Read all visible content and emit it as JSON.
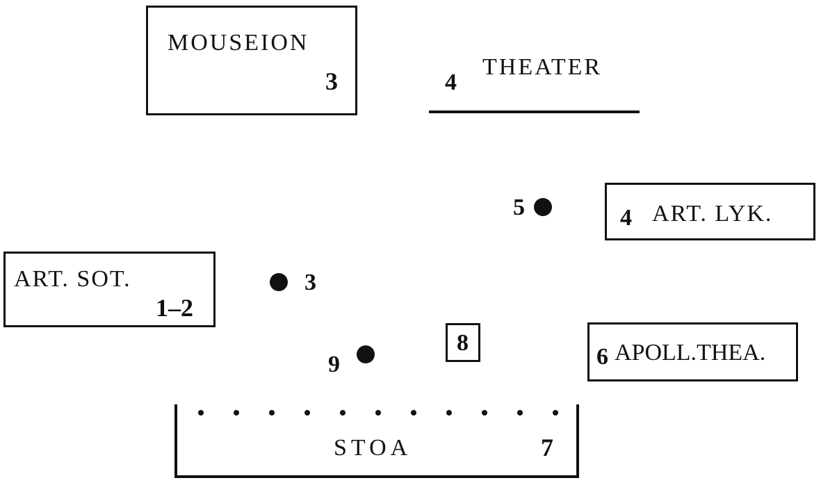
{
  "mouseion": {
    "name": "MOUSEION",
    "number": "3"
  },
  "theater": {
    "name": "THEATER",
    "number": "4"
  },
  "artemis_lykeia": {
    "name": "ART. LYK.",
    "number": "4"
  },
  "point_5": {
    "number": "5"
  },
  "artemis_soteira": {
    "name": "ART. SOT.",
    "number": "1–2"
  },
  "point_3": {
    "number": "3"
  },
  "point_9": {
    "number": "9"
  },
  "box_8": {
    "number": "8"
  },
  "apollo_thea": {
    "name": "APOLL.THEA.",
    "number": "6"
  },
  "stoa": {
    "name": "STOA",
    "number": "7",
    "colonnade_dot_count": 11
  }
}
